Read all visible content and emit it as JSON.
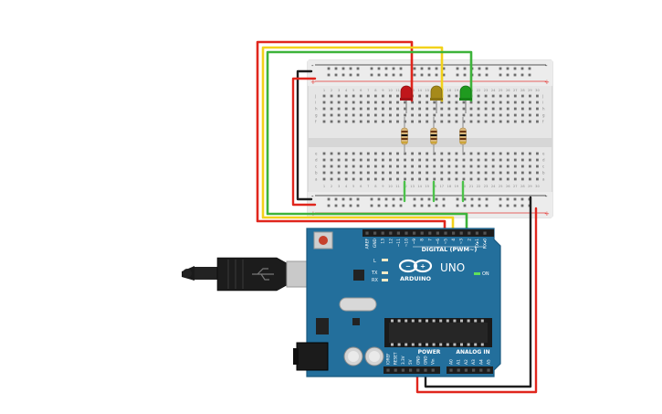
{
  "board": {
    "logo_text": "ARDUINO",
    "model": "UNO",
    "infinity_logo": "arduino-infinity-logo",
    "digital_header_label": "DIGITAL (PWM~)",
    "power_header_label": "POWER",
    "analog_header_label": "ANALOG IN",
    "on_label": "ON",
    "led_labels": [
      "L",
      "TX",
      "RX"
    ],
    "digital_pins": [
      "AREF",
      "GND",
      "13",
      "12",
      "~11",
      "~10",
      "~9",
      "8",
      "7",
      "~6",
      "~5",
      "4",
      "~3",
      "2",
      "TX▸1",
      "RX◂0"
    ],
    "power_pins": [
      "IOREF",
      "RESET",
      "3.3V",
      "5V",
      "GND",
      "GND",
      "Vin"
    ],
    "analog_pins": [
      "A0",
      "A1",
      "A2",
      "A3",
      "A4",
      "A5"
    ]
  },
  "breadboard": {
    "column_numbers": [
      "1",
      "2",
      "3",
      "4",
      "5",
      "6",
      "7",
      "8",
      "9",
      "10",
      "11",
      "12",
      "13",
      "14",
      "15",
      "16",
      "17",
      "18",
      "19",
      "20",
      "21",
      "22",
      "23",
      "24",
      "25",
      "26",
      "27",
      "28",
      "29",
      "30"
    ],
    "row_letters_top": [
      "j",
      "i",
      "h",
      "g",
      "f"
    ],
    "row_letters_bottom": [
      "e",
      "d",
      "c",
      "b",
      "a"
    ],
    "rail_plus": "+",
    "rail_minus": "-"
  },
  "leds": [
    {
      "name": "red",
      "color": "#c0161b"
    },
    {
      "name": "yellow",
      "color": "#c9a100"
    },
    {
      "name": "green",
      "color": "#1f9a1f"
    }
  ],
  "wire_colors": {
    "red": "#e0261d",
    "yellow": "#f2d21b",
    "green": "#3db33a",
    "black": "#1e1e1e",
    "short_green": "#4cc24a"
  },
  "colors": {
    "board": "#236f9c",
    "board_dark": "#1b5a80",
    "breadboard": "#e8e8e8",
    "rail_red": "#e53935",
    "rail_blue": "#222222"
  },
  "usb": {
    "cable_icon": "usb-b-cable-icon"
  }
}
